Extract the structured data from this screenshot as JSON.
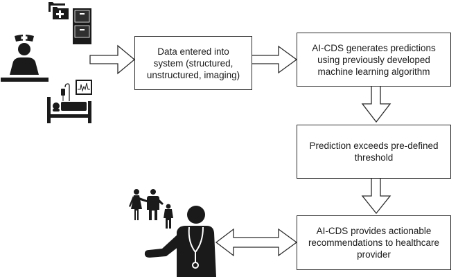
{
  "diagram": {
    "type": "flowchart",
    "boxes": [
      {
        "id": "data-entry",
        "lines": [
          "Data entered into",
          "system (structured,",
          "unstructured, imaging)"
        ]
      },
      {
        "id": "predictions",
        "lines": [
          "AI-CDS generates predictions",
          "using previously developed",
          "machine learning algorithm"
        ]
      },
      {
        "id": "threshold",
        "lines": [
          "Prediction exceeds pre-defined",
          "threshold"
        ]
      },
      {
        "id": "recommendations",
        "lines": [
          "AI-CDS provides actionable",
          "recommendations to healthcare",
          "provider"
        ]
      }
    ],
    "arrows": [
      {
        "from": "data-sources",
        "to": "data-entry",
        "style": "hollow-single"
      },
      {
        "from": "data-entry",
        "to": "predictions",
        "style": "hollow-single"
      },
      {
        "from": "predictions",
        "to": "threshold",
        "style": "hollow-single"
      },
      {
        "from": "threshold",
        "to": "recommendations",
        "style": "hollow-single"
      },
      {
        "from": "provider",
        "to": "recommendations",
        "style": "hollow-double"
      }
    ],
    "icons": [
      {
        "name": "nurse-at-desk-icon"
      },
      {
        "name": "medical-folder-icon"
      },
      {
        "name": "filing-cabinet-icon"
      },
      {
        "name": "hospital-bed-monitor-icon"
      },
      {
        "name": "family-icon"
      },
      {
        "name": "doctor-stethoscope-icon"
      }
    ]
  }
}
